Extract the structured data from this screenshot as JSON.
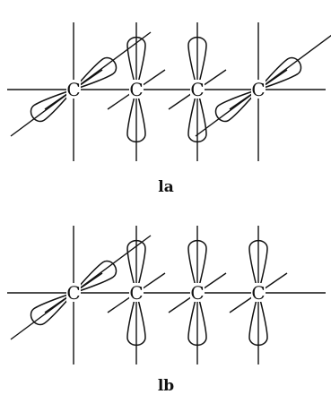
{
  "atom_symbol": "C",
  "panels": [
    {
      "caption": "la",
      "atoms": [
        {
          "p_orbital": "tilted"
        },
        {
          "p_orbital": "vertical"
        },
        {
          "p_orbital": "vertical"
        },
        {
          "p_orbital": "tilted"
        }
      ]
    },
    {
      "caption": "lb",
      "atoms": [
        {
          "p_orbital": "tilted"
        },
        {
          "p_orbital": "vertical"
        },
        {
          "p_orbital": "vertical"
        },
        {
          "p_orbital": "vertical"
        }
      ]
    }
  ]
}
